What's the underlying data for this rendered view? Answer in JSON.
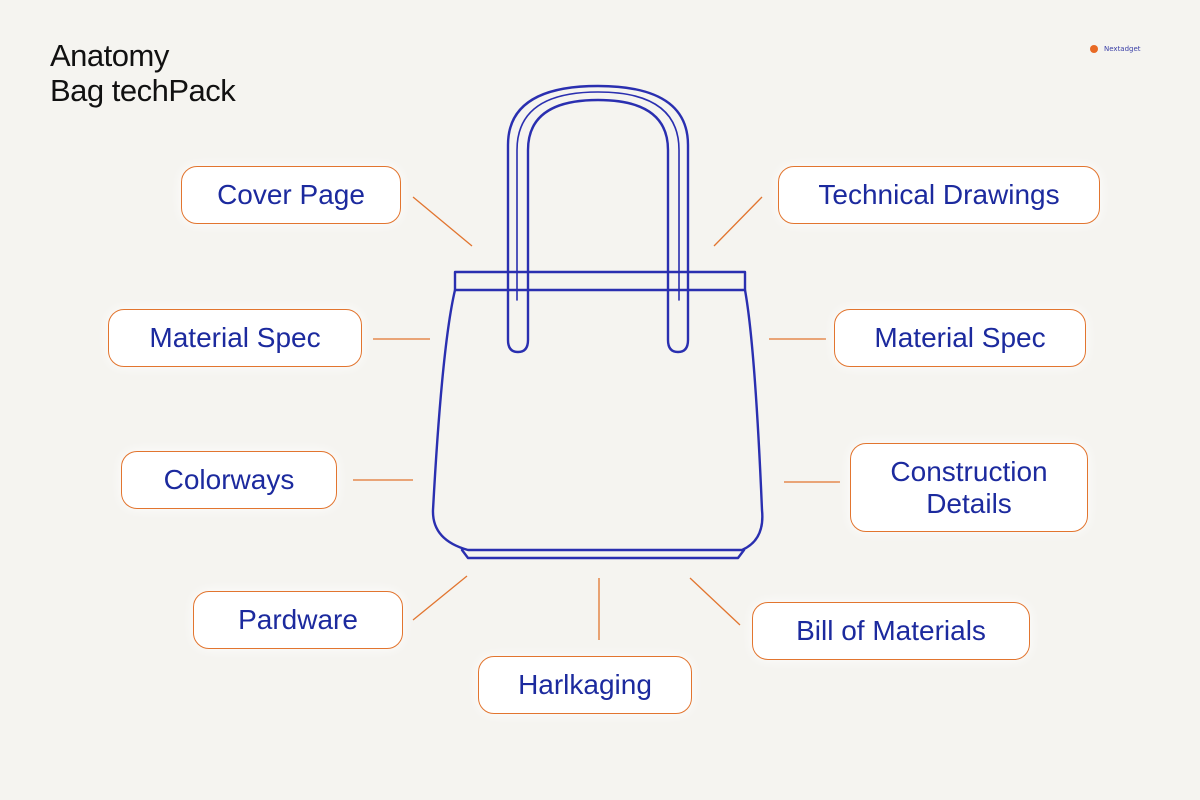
{
  "header": {
    "title_line1": "Anatomy",
    "title_line2": "Bag techPack",
    "badge_text": "Nextadget"
  },
  "callouts": {
    "cover_page": "Cover Page",
    "technical_drawings": "Technical Drawings",
    "material_spec_left": "Material Spec",
    "material_spec_right": "Material Spec",
    "colorways": "Colorways",
    "construction_line1": "Construction",
    "construction_line2": "Details",
    "pardware": "Pardware",
    "bill_of_materials": "Bill of Materials",
    "harlkaging": "Harlkaging"
  },
  "colors": {
    "bag_outline": "#2a2fb0",
    "callout_border": "#e2752f",
    "callout_text": "#1c2a9e",
    "background": "#f5f4f0"
  }
}
